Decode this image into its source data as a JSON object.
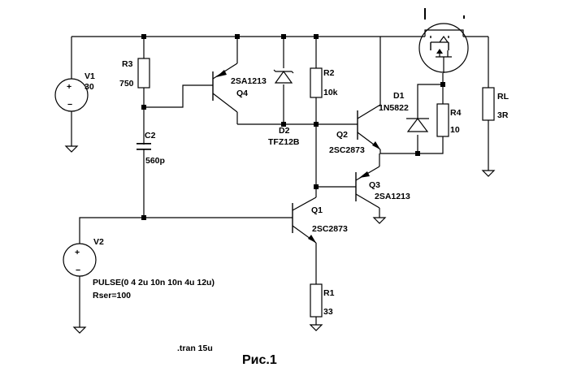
{
  "title": "Рис.1",
  "directive": ".tran 15u",
  "v1": {
    "name": "V1",
    "value": "30"
  },
  "v2": {
    "name": "V2",
    "value": "PULSE(0 4 2u 10n 10n 4u 12u)",
    "rser": "Rser=100"
  },
  "r1": {
    "name": "R1",
    "value": "33"
  },
  "r2": {
    "name": "R2",
    "value": "10k"
  },
  "r3": {
    "name": "R3",
    "value": "750"
  },
  "r4": {
    "name": "R4",
    "value": "10"
  },
  "rl": {
    "name": "RL",
    "value": "3R"
  },
  "c2": {
    "name": "C2",
    "value": "560p"
  },
  "d1": {
    "name": "D1",
    "value": "1N5822"
  },
  "d2": {
    "name": "D2",
    "value": "TFZ12B"
  },
  "q1": {
    "name": "Q1",
    "value": "2SC2873"
  },
  "q2": {
    "name": "Q2",
    "value": "2SC2873"
  },
  "q3": {
    "name": "Q3",
    "value": "2SA1213"
  },
  "q4": {
    "name": "Q4",
    "value": "2SA1213"
  },
  "plus_sign": "+",
  "minus_sign": "−"
}
